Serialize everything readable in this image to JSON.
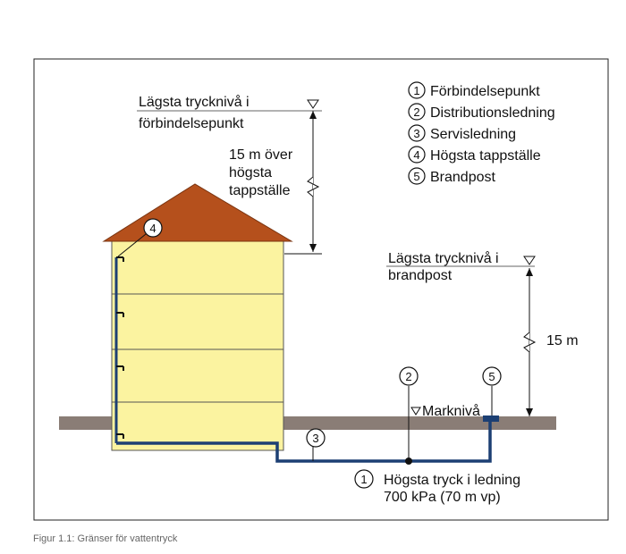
{
  "legend": [
    {
      "num": "1",
      "label": "Förbindelsepunkt"
    },
    {
      "num": "2",
      "label": "Distributionsledning"
    },
    {
      "num": "3",
      "label": "Servisledning"
    },
    {
      "num": "4",
      "label": "Högsta tappställe"
    },
    {
      "num": "5",
      "label": "Brandpost"
    }
  ],
  "levels": {
    "connection_line1": "Lägsta trycknivå i",
    "connection_line2": "förbindelsepunkt",
    "connection_height_line1": "15 m över",
    "connection_height_line2": "högsta",
    "connection_height_line3": "tappställe",
    "hydrant_line1": "Lägsta trycknivå i",
    "hydrant_line2": "brandpost",
    "hydrant_height": "15 m",
    "ground": "Marknivå"
  },
  "pressure": {
    "line1": "Högsta tryck i ledning",
    "line2": "700 kPa (70 m vp)"
  },
  "markers": {
    "m1": "1",
    "m2": "2",
    "m3": "3",
    "m4": "4",
    "m5": "5"
  },
  "caption": "Figur 1.1: Gränser för vattentryck",
  "colors": {
    "roof": "#b5501c",
    "house": "#fbf3a0",
    "ground": "#8a7d76",
    "pipe": "#1c3f73"
  }
}
